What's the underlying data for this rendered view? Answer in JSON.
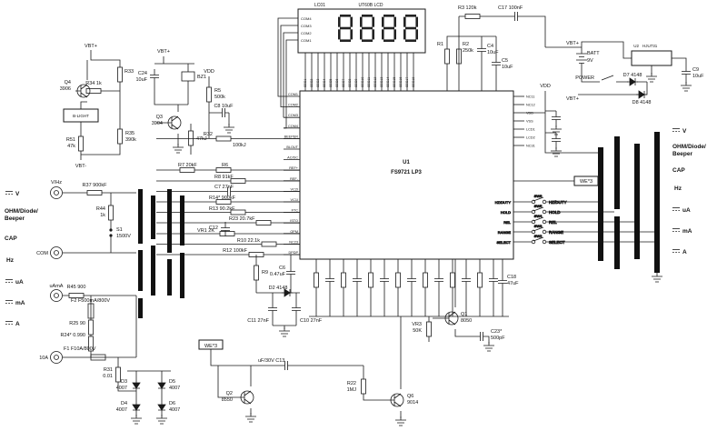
{
  "lcd": {
    "ref": "LC01",
    "name": "UT60B LCD",
    "digits": "8888",
    "com_labels": [
      "COM4",
      "COM3",
      "COM2",
      "COM1"
    ]
  },
  "main_ic": {
    "ref": "U1",
    "name": "FS9721 LP3",
    "seg_pins": [
      "SEG1",
      "SEG2",
      "SEG3",
      "SEG4",
      "SEG5",
      "SEG6",
      "SEG7",
      "SEG8",
      "SEG9",
      "SEG10",
      "SEG11",
      "SEG12",
      "SEG13",
      "SEG14",
      "SEG15",
      "SEG16",
      "SEG17",
      "SEG18"
    ],
    "left_pins": [
      "COM1",
      "COM2",
      "COM3",
      "COM4",
      "BEEPER",
      "BLOUT",
      "AC/DC",
      "REF+",
      "REF-",
      "VC2I",
      "VC1I",
      "FTC",
      "ISTO",
      "OPM",
      "NC23",
      "DPDP"
    ],
    "right_pins": [
      "NC11",
      "NC12",
      "VDD",
      "VSS",
      "LCD1",
      "LCD2",
      "NC31"
    ]
  },
  "regulator": {
    "ref": "U2",
    "name": "HJU731"
  },
  "backlight_label": "B-LIGHT",
  "jumper_label": "WE*3",
  "terminals": [
    {
      "label": "V/Hz"
    },
    {
      "label": "COM"
    },
    {
      "label": "uAmA"
    },
    {
      "label": "10A"
    }
  ],
  "switches": [
    {
      "ref": "SW6",
      "label": "HZ/DUTY"
    },
    {
      "ref": "SW5",
      "label": "HOLD"
    },
    {
      "ref": "SW4",
      "label": "REL"
    },
    {
      "ref": "SW3",
      "label": "RANGE"
    },
    {
      "ref": "SW2",
      "label": "SELECT"
    }
  ],
  "left_functions": [
    "V",
    "OHM/Diode/",
    "Beeper",
    "CAP",
    "Hz",
    "uA",
    "mA",
    "A"
  ],
  "right_functions": [
    "V",
    "OHM/Diode/",
    "Beeper",
    "CAP",
    "Hz",
    "uA",
    "mA",
    "A"
  ],
  "annotations": [
    [
      "VBT+",
      100,
      52,
      "m"
    ],
    [
      "Q4",
      78,
      92,
      "e"
    ],
    [
      "3906",
      78,
      99,
      "e"
    ],
    [
      "R33",
      137,
      80
    ],
    [
      "R34 1k",
      103,
      93,
      "m"
    ],
    [
      "R35",
      138,
      148
    ],
    [
      "390k",
      138,
      155
    ],
    [
      "R51",
      83,
      155,
      "e"
    ],
    [
      "47k",
      83,
      162,
      "e"
    ],
    [
      "VBT-",
      89,
      184,
      "m"
    ],
    [
      "VBT+",
      180,
      58,
      "m"
    ],
    [
      "C24",
      162,
      82,
      "e"
    ],
    [
      "10uF",
      162,
      89,
      "e"
    ],
    [
      "BZ1",
      217,
      86
    ],
    [
      "Q3",
      179,
      130,
      "e"
    ],
    [
      "3904",
      179,
      137,
      "e"
    ],
    [
      "47kJ",
      216,
      154
    ],
    [
      "VDD",
      230,
      80,
      "m"
    ],
    [
      "R5",
      236,
      101
    ],
    [
      "500k",
      236,
      108
    ],
    [
      "C8 10uF",
      246,
      118,
      "m"
    ],
    [
      "R32",
      234,
      149,
      "e"
    ],
    [
      "100kJ",
      256,
      161
    ],
    [
      "R37 900kF",
      104,
      205,
      "m"
    ],
    [
      "R44",
      116,
      231,
      "e"
    ],
    [
      "1k",
      116,
      238,
      "e"
    ],
    [
      "S1",
      128,
      254
    ],
    [
      "1500V",
      128,
      261
    ],
    [
      "R45 900",
      84,
      317,
      "m"
    ],
    [
      "F2 F500mA/800V",
      78,
      332
    ],
    [
      "R25 90",
      94,
      357,
      "e"
    ],
    [
      "R24* 0.990",
      94,
      370,
      "e"
    ],
    [
      "F1 F10A/800V",
      70,
      385
    ],
    [
      "R31",
      124,
      408,
      "e"
    ],
    [
      "0.01",
      124,
      415,
      "e"
    ],
    [
      "D3",
      140,
      421,
      "e"
    ],
    [
      "4007",
      140,
      428,
      "e"
    ],
    [
      "D5",
      186,
      421
    ],
    [
      "4007",
      186,
      428
    ],
    [
      "D4",
      140,
      445,
      "e"
    ],
    [
      "4007",
      140,
      452,
      "e"
    ],
    [
      "D6",
      186,
      445
    ],
    [
      "4007",
      186,
      452
    ],
    [
      "R7 20kF",
      196,
      183
    ],
    [
      "R6",
      244,
      183
    ],
    [
      "R8 91kF",
      236,
      196
    ],
    [
      "C7 27nF",
      236,
      207
    ],
    [
      "R14* 900kF",
      230,
      219
    ],
    [
      "R13 90.2kF",
      230,
      231
    ],
    [
      "R23 20.7kF",
      252,
      242
    ],
    [
      "C12",
      240,
      252,
      "e"
    ],
    [
      "VR1 2K",
      236,
      255,
      "e"
    ],
    [
      "R10 22.1k",
      286,
      266,
      "e"
    ],
    [
      "R12 100kF",
      272,
      277,
      "e"
    ],
    [
      "R9",
      288,
      301
    ],
    [
      "C6",
      314,
      296,
      "e"
    ],
    [
      "0.47uF",
      314,
      303,
      "e"
    ],
    [
      "D2 4148",
      306,
      318,
      "m"
    ],
    [
      "C11 27nF",
      296,
      354,
      "e"
    ],
    [
      "C10 27nF",
      330,
      354
    ],
    [
      "WE*3",
      232,
      382,
      "m"
    ],
    [
      "WE*3",
      645,
      201,
      "m"
    ],
    [
      "uF/30V C13",
      284,
      398
    ],
    [
      "Q2",
      256,
      434,
      "e"
    ],
    [
      "8550",
      256,
      441,
      "e"
    ],
    [
      "R22",
      392,
      423,
      "e"
    ],
    [
      "1MJ",
      392,
      430,
      "e"
    ],
    [
      "Q6",
      448,
      437
    ],
    [
      "9014",
      448,
      444
    ],
    [
      "Q1",
      507,
      347
    ],
    [
      "8050",
      507,
      354
    ],
    [
      "VR3",
      464,
      358,
      "e"
    ],
    [
      "50K",
      464,
      365,
      "e"
    ],
    [
      "C23*",
      540,
      366
    ],
    [
      "500pF",
      540,
      373
    ],
    [
      "C18",
      558,
      306
    ],
    [
      "47uF",
      558,
      313
    ],
    [
      "R3 120k",
      504,
      10
    ],
    [
      "C17 100nF",
      548,
      10
    ],
    [
      "R1",
      488,
      50,
      "e"
    ],
    [
      "R2",
      509,
      50
    ],
    [
      "250k",
      509,
      57
    ],
    [
      "C4",
      536,
      52
    ],
    [
      "10uF",
      536,
      59
    ],
    [
      "C5",
      552,
      68
    ],
    [
      "10uF",
      552,
      75
    ],
    [
      "VBT+",
      630,
      49,
      "m"
    ],
    [
      "BATT",
      646,
      60
    ],
    [
      "9V",
      646,
      68
    ],
    [
      "POWER",
      654,
      87,
      "e"
    ],
    [
      "D7 4148",
      696,
      84,
      "m"
    ],
    [
      "D8 4148",
      706,
      114,
      "m"
    ],
    [
      "VBT+",
      630,
      110,
      "m"
    ],
    [
      "C9",
      762,
      78
    ],
    [
      "10uF",
      762,
      85
    ],
    [
      "VDD",
      600,
      96,
      "m"
    ]
  ]
}
